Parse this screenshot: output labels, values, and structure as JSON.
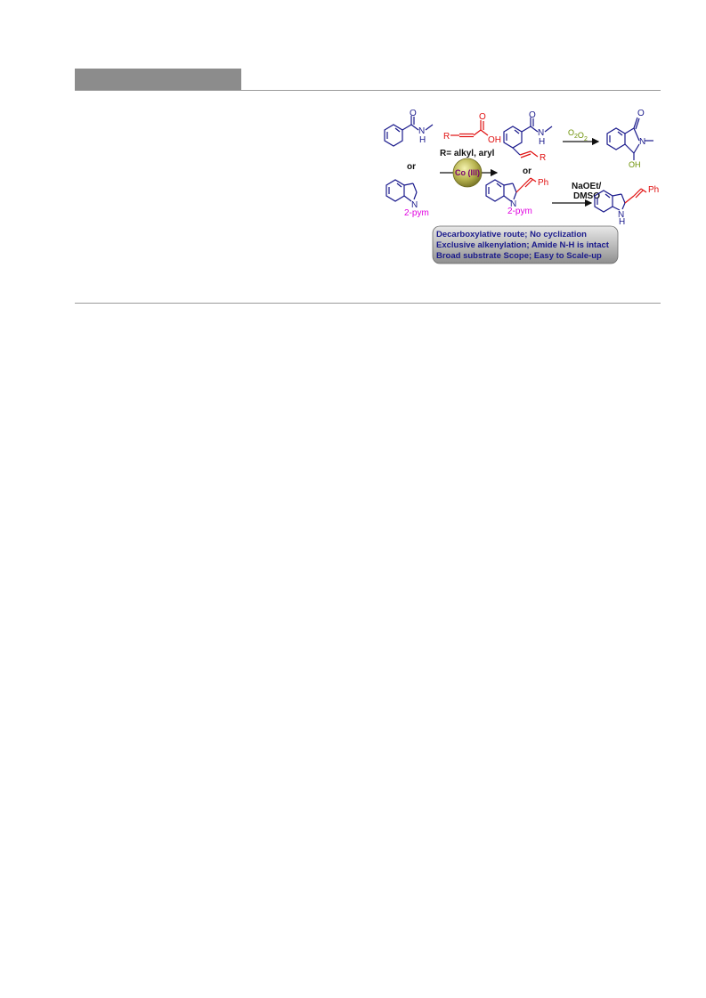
{
  "scheme": {
    "or_1": "or",
    "or_2": "or",
    "R_label": "R",
    "OH_label": "OH",
    "O_label": "O",
    "R_alkyl_aryl": "R= alkyl, aryl",
    "catalyst": "Co (III)",
    "oxidant": "O",
    "oxidant_sub": "2",
    "NaOEt": "NaOEt/",
    "DMSO": "DMSO",
    "Ph_1": "Ph",
    "Ph_2": "Ph",
    "pym_1": "2-pym",
    "pym_2": "2-pym",
    "N_label": "N",
    "NH_H": "H",
    "product_OH": "OH",
    "product_R": "R",
    "highlights": [
      "Decarboxylative route; No cyclization",
      "Exclusive alkenylation; Amide N-H is intact",
      "Broad substrate Scope; Easy to Scale-up"
    ]
  }
}
